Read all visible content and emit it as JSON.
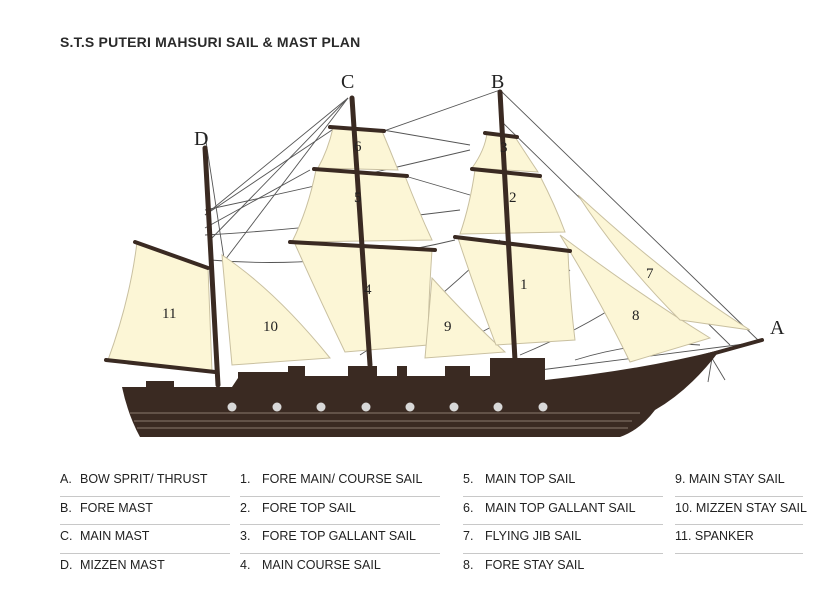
{
  "title": "S.T.S PUTERI MAHSURI SAIL & MAST PLAN",
  "colors": {
    "hull": "#3a2a22",
    "sail": "#fcf6d6",
    "sail_edge": "#c9c0a0",
    "rope": "#555555",
    "porthole": "#d8d8d8"
  },
  "diagram": {
    "mast_letters": {
      "A": "A",
      "B": "B",
      "C": "C",
      "D": "D"
    },
    "sail_numbers": {
      "s1": "1",
      "s2": "2",
      "s3": "3",
      "s4": "4",
      "s5": "5",
      "s6": "6",
      "s7": "7",
      "s8": "8",
      "s9": "9",
      "s10": "10",
      "s11": "11"
    }
  },
  "legend": {
    "masts": [
      {
        "key": "A.",
        "label": "BOW SPRIT/ THRUST"
      },
      {
        "key": "B.",
        "label": "FORE MAST"
      },
      {
        "key": "C.",
        "label": "MAIN MAST"
      },
      {
        "key": "D.",
        "label": "MIZZEN MAST"
      }
    ],
    "sails_1": [
      {
        "key": "1.",
        "label": "FORE MAIN/ COURSE SAIL"
      },
      {
        "key": "2.",
        "label": "FORE TOP SAIL"
      },
      {
        "key": "3.",
        "label": "FORE TOP GALLANT SAIL"
      },
      {
        "key": "4.",
        "label": "MAIN COURSE SAIL"
      }
    ],
    "sails_2": [
      {
        "key": "5.",
        "label": "MAIN TOP SAIL"
      },
      {
        "key": "6.",
        "label": "MAIN TOP GALLANT SAIL"
      },
      {
        "key": "7.",
        "label": "FLYING JIB SAIL"
      },
      {
        "key": "8.",
        "label": "FORE STAY SAIL"
      }
    ],
    "sails_3": [
      {
        "key": "",
        "label": "9. MAIN STAY SAIL"
      },
      {
        "key": "",
        "label": "10. MIZZEN STAY SAIL"
      },
      {
        "key": "",
        "label": "11. SPANKER"
      }
    ]
  }
}
